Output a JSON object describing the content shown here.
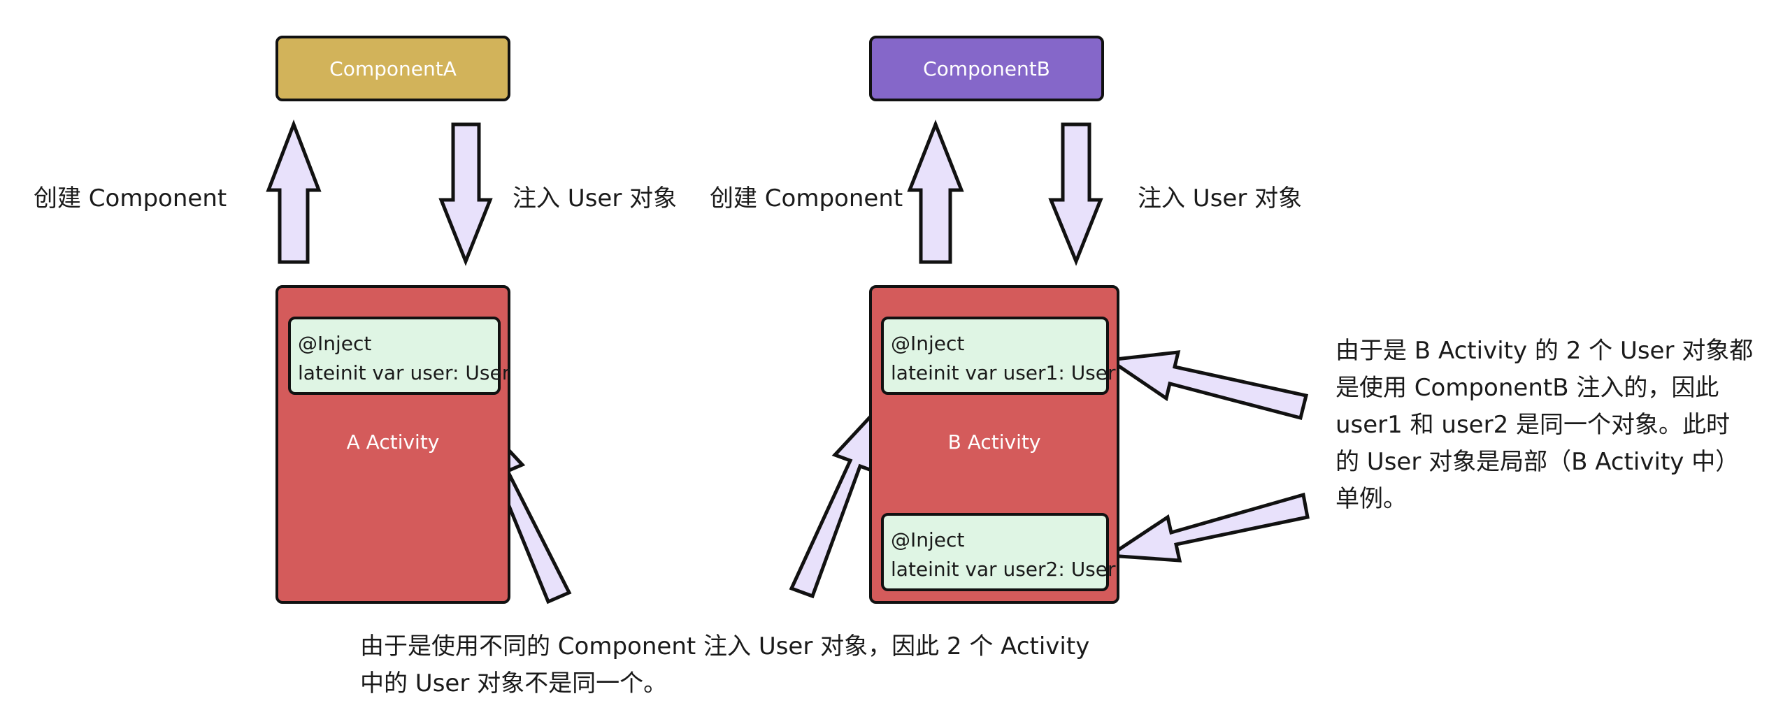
{
  "component_a": {
    "label": "ComponentA",
    "color": "#d2b35a"
  },
  "component_b": {
    "label": "ComponentB",
    "color": "#8567c9"
  },
  "activity_a": {
    "label": "A Activity",
    "color": "#d45b5b",
    "inject": {
      "annotation": "@Inject",
      "declaration": "lateinit var user: User"
    }
  },
  "activity_b": {
    "label": "B Activity",
    "color": "#d45b5b",
    "inject_1": {
      "annotation": "@Inject",
      "declaration": "lateinit var user1: User"
    },
    "inject_2": {
      "annotation": "@Inject",
      "declaration": "lateinit var user2: User"
    }
  },
  "edge_labels": {
    "create_a": "创建 Component",
    "inject_a": "注入 User 对象",
    "create_b": "创建 Component",
    "inject_b": "注入 User 对象"
  },
  "note_right": {
    "lines": [
      "由于是 B Activity 的 2 个 User 对象都",
      "是使用 ComponentB 注入的，因此",
      "user1 和 user2 是同一个对象。此时",
      "的 User 对象是局部（B Activity 中）",
      "单例。"
    ]
  },
  "note_bottom": {
    "lines": [
      "由于是使用不同的 Component 注入 User 对象，因此 2 个 Activity",
      "中的 User 对象不是同一个。"
    ]
  },
  "colors": {
    "arrow_fill": "#e8e1fb",
    "inject_fill": "#dff5e4",
    "outline": "#111111"
  }
}
